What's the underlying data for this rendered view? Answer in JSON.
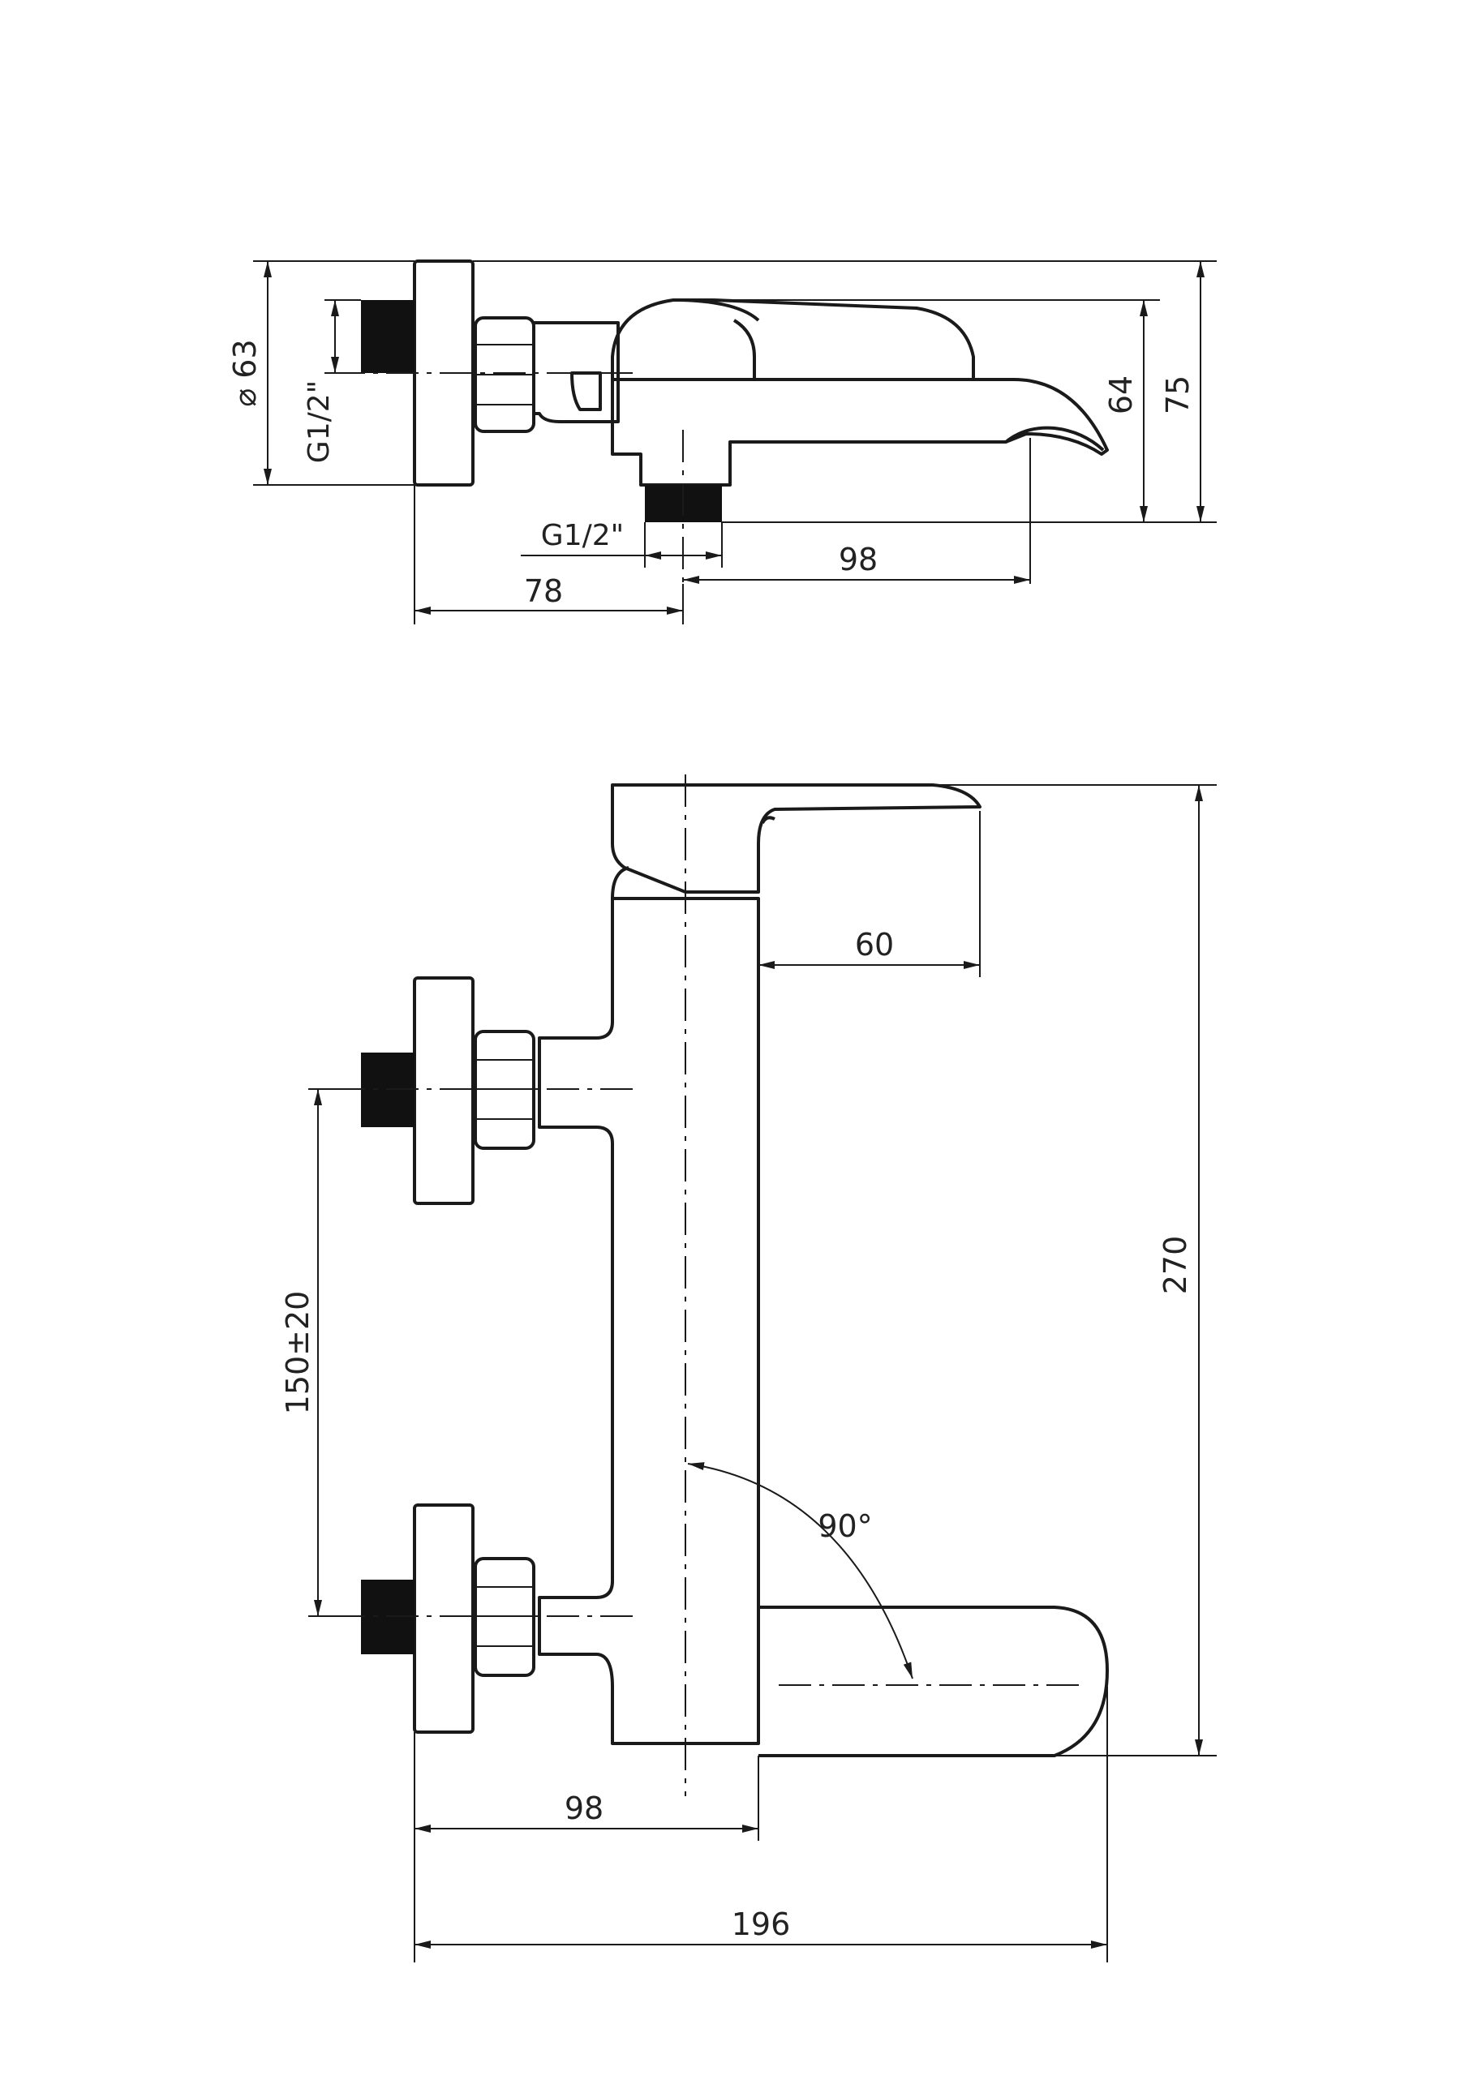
{
  "top_view": {
    "dims": {
      "diameter": "63",
      "inlet_thread": "G1/2\"",
      "outlet_thread": "G1/2\"",
      "height_64": "64",
      "height_75": "75",
      "spout_reach": "98",
      "wall_to_outlet": "78"
    }
  },
  "front_view": {
    "dims": {
      "lever_reach": "60",
      "inlet_spacing": "150±20",
      "total_height": "270",
      "angle": "90°",
      "body_width": "98",
      "total_width": "196"
    }
  },
  "colors": {
    "line": "#1a1a1a",
    "fill": "#111111",
    "background": "#ffffff"
  }
}
